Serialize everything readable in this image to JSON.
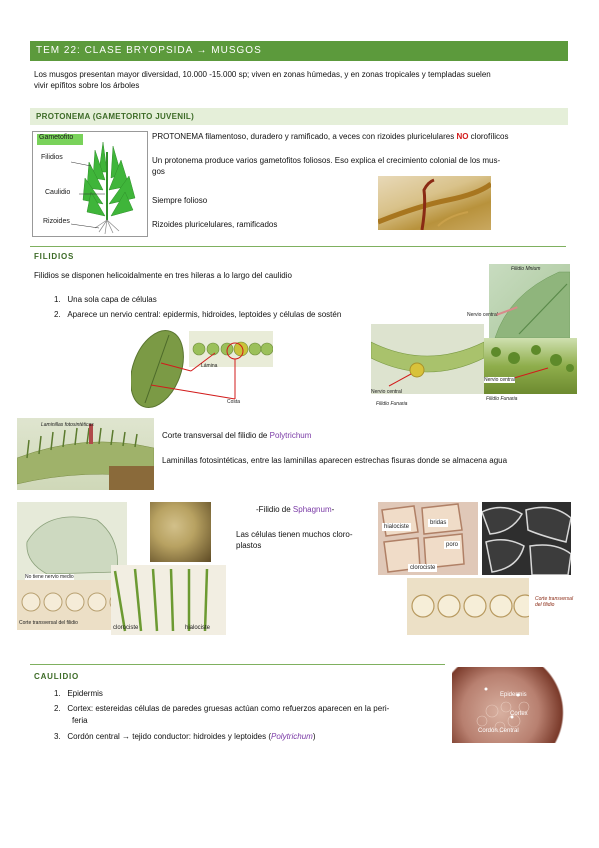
{
  "header": {
    "title": "TEM 22: CLASE BRYOPSIDA → MUSGOS"
  },
  "intro": {
    "line1": "Los musgos presentan mayor diversidad, 10.000 -15.000 sp; viven en zonas húmedas, y en zonas tropicales y templadas suelen",
    "line2": "vivir epífitos sobre los árboles"
  },
  "protonema": {
    "heading": "PROTONEMA (GAMETORITO JUVENIL)",
    "diagram": {
      "title": "Gametofito",
      "filidios": "Filidios",
      "caulidio": "Caulidio",
      "rizoides": "Rizoides"
    },
    "p1_a": "PROTONEMA filamentoso, duradero y ramificado, a veces con rizoides pluricelulares ",
    "p1_no": "NO",
    "p1_b": " clorofílicos",
    "p2_line1": "Un protonema produce varios gametofitos foliosos. Eso explica el crecimiento colonial de los mus-",
    "p2_line2": "gos",
    "p3": "Siempre folioso",
    "p4": "Rizoides pluricelulares, ramificados"
  },
  "filidios": {
    "heading": "FILIDIOS",
    "intro": "Filidios se disponen helicoidalmente en tres hileras a lo largo del caulidio",
    "list": [
      {
        "num": "1.",
        "text": "Una sola capa de células"
      },
      {
        "num": "2.",
        "text": "Aparece un nervio central: epidermis, hidroides, leptoides y células de sostén"
      }
    ],
    "fig_labels": {
      "lamina": "Lámina",
      "costa": "Costa",
      "filidio_mnium": "Filidio Mnium",
      "nervio_central": "Nervio central",
      "nervio_central2": "Nervio central",
      "nervio_central3": "Nervio central",
      "filidio_funaria": "Filidio Funaria",
      "filidio_funaria2": "Filidio Funaria",
      "laminillas": "Laminillas fotosintéticas"
    },
    "polytrichum_a": "Corte transversal del filidio de ",
    "polytrichum_b": "Polytrichum",
    "laminillas_text": "Laminillas fotosintéticas, entre las laminillas aparecen estrechas fisuras donde se almacena agua",
    "sphagnum_a": "-Filidio de ",
    "sphagnum_b": "Sphagnum",
    "sphagnum_c": "-",
    "sphagnum_text1": "Las células tienen muchos cloro-",
    "sphagnum_text2": "plastos",
    "sph_labels": {
      "no_nervio": "No tiene nervio medio",
      "corte": "Corte transversal del filidio",
      "clorociste": "clorociste",
      "hialociste": "hialociste",
      "hialociste2": "hialociste",
      "bridas": "bridas",
      "poro": "poro",
      "clorociste2": "clorociste",
      "corte2": "Corte transversal del filidio"
    }
  },
  "caulidio": {
    "heading": "CAULIDIO",
    "list": [
      {
        "num": "1.",
        "text": "Epidermis"
      },
      {
        "num": "2.",
        "text": "Cortex: estereidas células de paredes gruesas actúan como refuerzos aparecen en la peri-"
      },
      {
        "num": "",
        "text": "feria"
      },
      {
        "num": "3.",
        "text_a": "Cordón central → tejido conductor: hidroides y leptoides (",
        "text_b": "Polytrichum",
        "text_c": ")"
      }
    ],
    "fig_labels": {
      "epidermis": "Epidermis",
      "cortex": "Cortex",
      "cordon": "Cordón Central"
    }
  },
  "colors": {
    "accent": "#5c9a3c",
    "section_bg": "#e5efd9",
    "red": "#d21b1b",
    "purple": "#7a3aa6"
  }
}
